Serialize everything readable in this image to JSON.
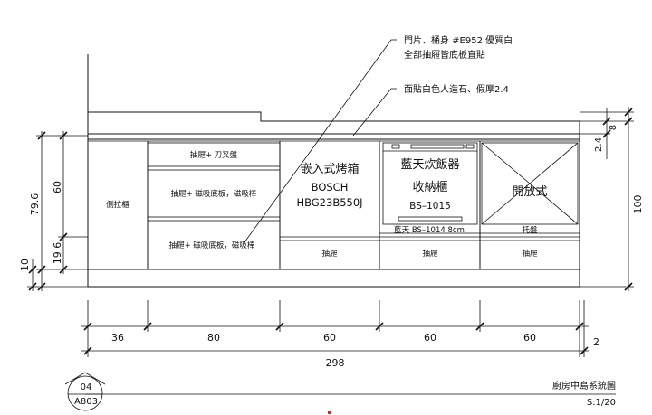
{
  "annotations": {
    "note1_line1": "門片、桶身 #E952 優質白",
    "note1_line2": "全部抽屜皆底板直貼",
    "note2": "面貼白色人造石、假厚2.4"
  },
  "cabinet": {
    "seasoning": "側拉櫃",
    "drawer1": "抽屜+ 刀叉盤",
    "drawer2": "抽屜+ 磁吸底板，磁吸棒",
    "drawer3": "抽屜+ 磁吸底板，磁吸棒",
    "oven_line1": "嵌入式烤箱",
    "oven_line2": "BOSCH",
    "oven_line3": "HBG23B550J",
    "oven_drawer": "抽屜",
    "rice_line1": "藍天炊飯器",
    "rice_line2": "收納櫃",
    "rice_line3": "BS–1015",
    "rice_sub": "藍天  BS–1014  8cm",
    "rice_drawer": "抽屜",
    "open_label": "開放式",
    "open_shelf": "托盤",
    "open_drawer": "抽屜"
  },
  "dimensions": {
    "left_total": "79.6",
    "left_upper": "60",
    "left_lower": "19.6",
    "left_base": "10",
    "right_total": "100",
    "right_top1": "2.4",
    "right_top2": "8",
    "bottom_1": "36",
    "bottom_2": "80",
    "bottom_3": "60",
    "bottom_4": "60",
    "bottom_5": "60",
    "bottom_total": "298",
    "bottom_right": "2"
  },
  "title_block": {
    "detail_number": "04",
    "sheet_ref": "A803",
    "drawing_title": "廚房中島系統圖",
    "scale": "S:1/20"
  }
}
